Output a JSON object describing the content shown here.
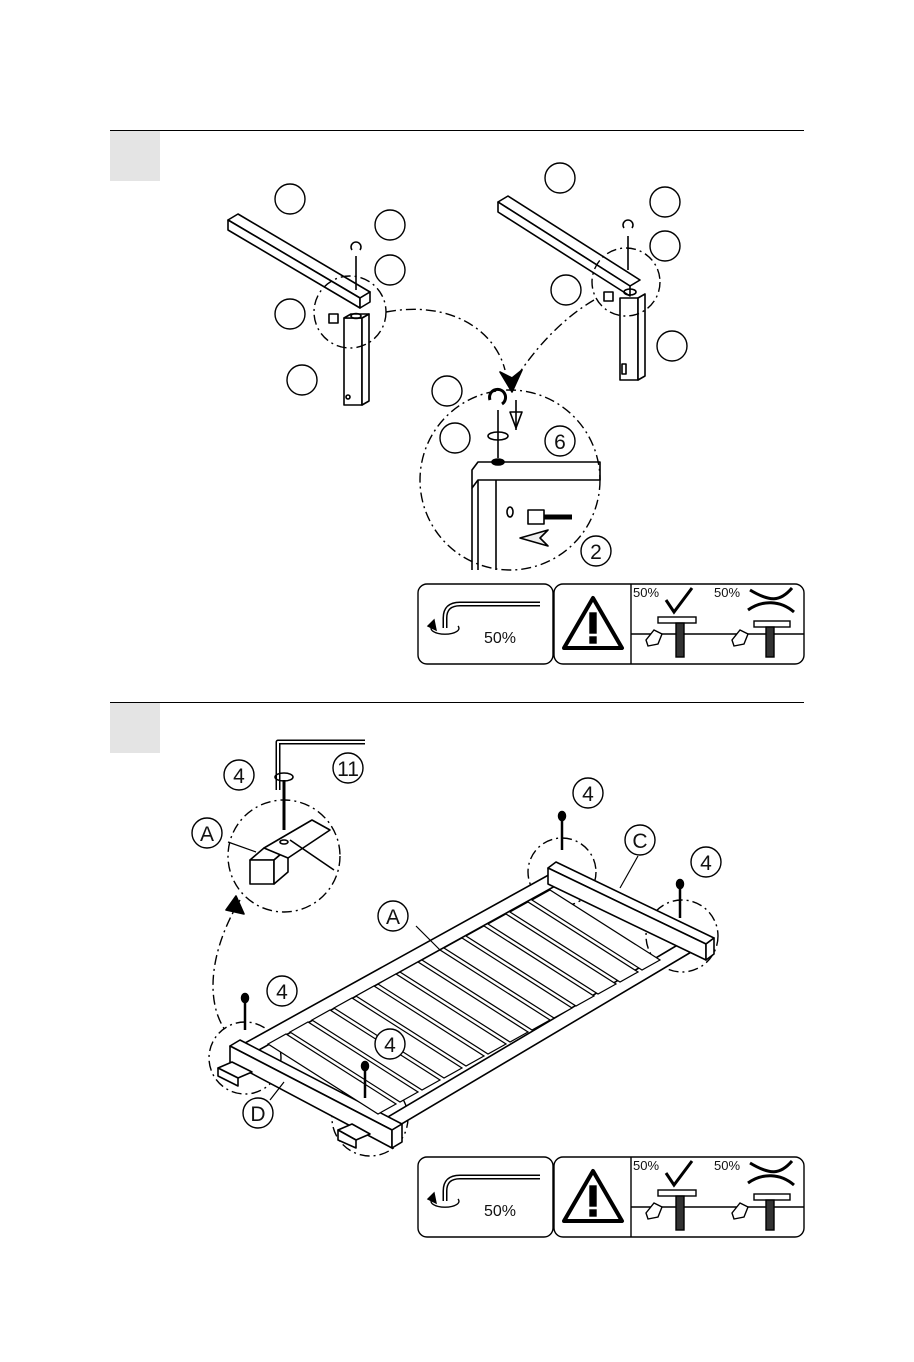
{
  "step1": {
    "callouts_assembly": [
      "6",
      "2"
    ],
    "tool_panel": {
      "percent": "50%"
    },
    "tightening_panel": {
      "good_percent": "50%",
      "bad_percent": "50%"
    }
  },
  "step2": {
    "labels": {
      "washer_top": "4",
      "hex_key": "11",
      "inset_a": "A",
      "rail_a": "A",
      "rail_c": "C",
      "rail_d": "D",
      "bolt_top_mid": "4",
      "bolt_top_right": "4",
      "bolt_left": "4",
      "bolt_bottom": "4"
    },
    "tool_panel": {
      "percent": "50%"
    },
    "tightening_panel": {
      "good_percent": "50%",
      "bad_percent": "50%"
    }
  }
}
